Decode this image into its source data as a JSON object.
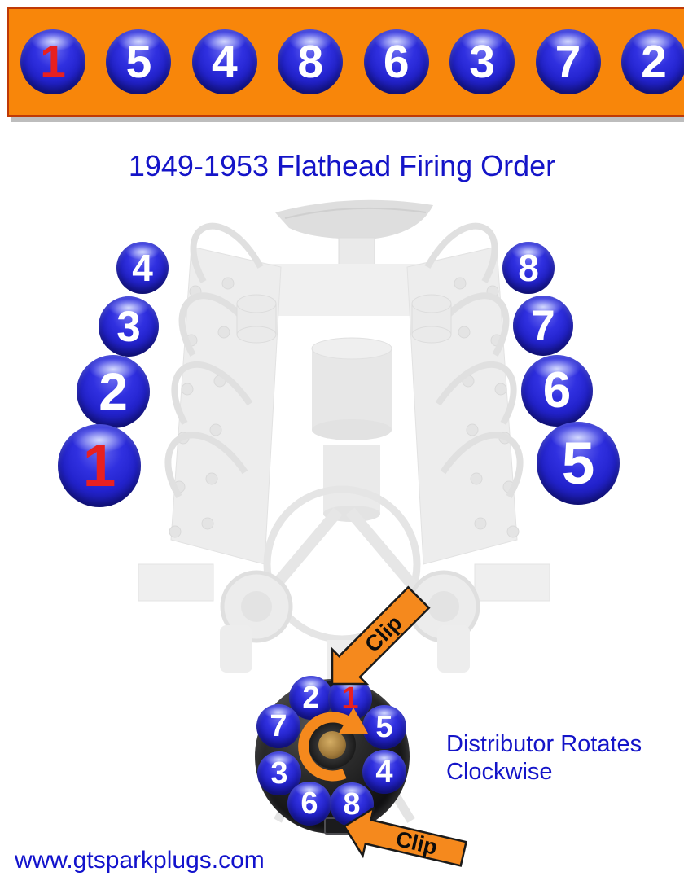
{
  "title": "1949-1953 Flathead Firing Order",
  "colors": {
    "banner_orange": "#f8860a",
    "banner_border_red": "#bf3a06",
    "sphere_blue": "#2222cc",
    "number_white": "#ffffff",
    "number_red": "#e82020",
    "text_blue": "#1414c8",
    "arrow_orange": "#f5891d",
    "cap_black": "#101012"
  },
  "banner": {
    "firing_order": [
      "1",
      "5",
      "4",
      "8",
      "6",
      "3",
      "7",
      "2"
    ]
  },
  "engine": {
    "left_bank": [
      "4",
      "3",
      "2",
      "1"
    ],
    "right_bank": [
      "8",
      "7",
      "6",
      "5"
    ]
  },
  "distributor": {
    "plugs": [
      "2",
      "1",
      "7",
      "5",
      "3",
      "4",
      "6",
      "8"
    ],
    "note_line1": "Distributor Rotates",
    "note_line2": "Clockwise",
    "clip_top": "Clip",
    "clip_bottom": "Clip"
  },
  "footer": {
    "website": "www.gtsparkplugs.com"
  }
}
